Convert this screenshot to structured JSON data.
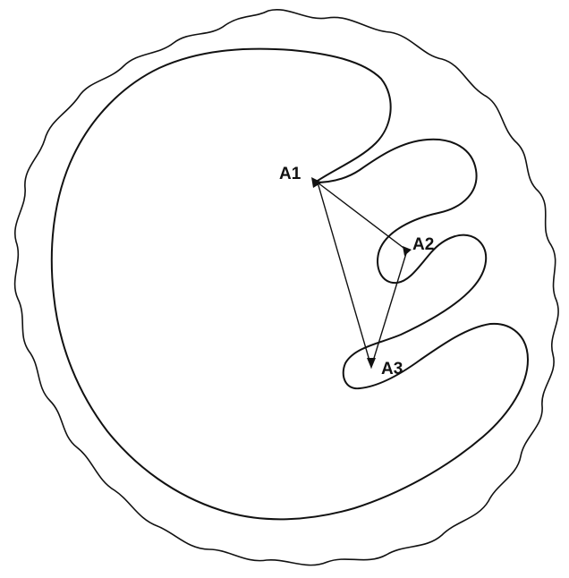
{
  "diagram": {
    "points": [
      {
        "id": "a1",
        "label": "A1"
      },
      {
        "id": "a2",
        "label": "A2"
      },
      {
        "id": "a3",
        "label": "A3"
      }
    ],
    "triangle": [
      "A1",
      "A2",
      "A3"
    ],
    "line_color": "#111111",
    "background": "#ffffff"
  }
}
